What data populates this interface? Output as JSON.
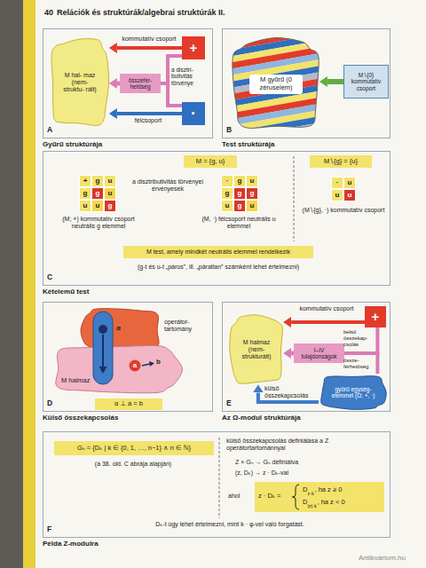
{
  "diagram": {
    "title": "Relációk és struktúrák/algebrai struktúrák II.",
    "nodes": [
      {
        "text": [
          "A",
          "Gyűrű struktúrája"
        ]
      },
      {
        "text": [
          "M hal- maz (nem- struktu- rált)"
        ],
        "in": 0
      },
      {
        "text": [
          "+"
        ],
        "in": 0
      },
      {
        "text": [
          "összefér- hetőség"
        ],
        "in": 0
      },
      {
        "text": [
          "·"
        ],
        "in": 0
      },
      {
        "text": [
          "B",
          "Test struktúrája"
        ]
      },
      {
        "text": [
          "M gyűrű (0 zéruselem)"
        ],
        "in": 5
      },
      {
        "text": [
          "M∖{0} kommutatív csoport"
        ],
        "in": 5
      },
      {
        "text": [
          "C",
          "Kételemű test"
        ]
      },
      {
        "text": [
          "M = {g, u}"
        ],
        "in": 8
      },
      {
        "text": [
          "M∖{g} = {u}"
        ],
        "in": 8
      },
      {
        "text": [
          "M test, amely mindkét neutrális elemmel rendelkezik"
        ],
        "in": 8
      },
      {
        "text": [
          "D",
          "Külső összekapcsolás"
        ]
      },
      {
        "text": [
          "operátor- tartomány"
        ],
        "in": 12
      },
      {
        "text": [
          "M halmaz"
        ],
        "in": 12
      },
      {
        "text": [
          "a"
        ],
        "in": 14
      },
      {
        "text": [
          "α ⊥ a = b"
        ],
        "in": 12
      },
      {
        "text": [
          "E",
          "Az Ω-modul struktúrája"
        ]
      },
      {
        "text": [
          "M halmaz (nem- strukturált)"
        ],
        "in": 17
      },
      {
        "text": [
          "+"
        ],
        "in": 17
      },
      {
        "text": [
          "I–IV tulajdonságok"
        ],
        "in": 17
      },
      {
        "text": [
          "gyűrű egység- elemmel (Ω; +, ·)"
        ],
        "in": 17
      },
      {
        "text": [
          "F",
          "Példa Z-modulra"
        ]
      },
      {
        "text": [
          "Gₙ = {Dₖ | k ∈ {0, 1, …, n−1} ∧ n ∈ ℕ}"
        ],
        "in": 22
      },
      {
        "text": [
          "z · Dₖ =",
          "D",
          "z·k",
          ", ha z ≥ 0",
          "D",
          "|z|·k",
          ", ha z < 0"
        ],
        "in": 22
      }
    ],
    "edges": [
      {
        "from": 2,
        "to": 1,
        "arrow": "to",
        "label": "kommutatív csoport"
      },
      {
        "from": 2,
        "to": 3,
        "arrow": "none"
      },
      {
        "from": 4,
        "to": 3,
        "arrow": "none"
      },
      {
        "from": 3,
        "to": 1,
        "arrow": "to"
      },
      {
        "from": 4,
        "to": 1,
        "arrow": "to",
        "label": "félcsoport"
      },
      {
        "from": 7,
        "to": 6,
        "arrow": "to"
      },
      {
        "from": 19,
        "to": 18,
        "arrow": "to",
        "label": "kommutatív csoport"
      },
      {
        "from": 19,
        "to": 20,
        "arrow": "none"
      },
      {
        "from": 21,
        "to": 20,
        "arrow": "none"
      },
      {
        "from": 20,
        "to": 18,
        "arrow": "to"
      },
      {
        "from": 21,
        "to": 18,
        "arrow": "to",
        "label": "külső összekapcsolás"
      }
    ],
    "labels": [
      "40",
      "a disztri- butivitás törvénye",
      "+",
      "g",
      "u",
      "g",
      "g",
      "u",
      "u",
      "u",
      "g",
      "a disztributivitás törvényei érvényesek",
      "·",
      "g",
      "u",
      "g",
      "g",
      "g",
      "u",
      "g",
      "u",
      "·",
      "u",
      "u",
      "u",
      "(M; +) kommutatív csoport neutrális g elemmel",
      "(M, ·) félcsoport neutrális u elemmel",
      "(M∖{g}, ·) kommutatív csoport",
      "(g-t és u-t „páros”, ill. „páratlan” számként lehet értelmezni)",
      "α",
      "b",
      "belső összekap- csolás",
      "össze- férhetőség",
      "(a 38. old. C ábrája alapján)",
      "külső összekapcsolás definiálása a Z operátortartománnyal",
      "Z × Gₙ → Gₙ definiálva",
      "(z, Dₖ) → z · Dₖ-val",
      "ahol",
      "Dₖ-t úgy lehet értelmezni, mint k · φ-vel való forgatást.",
      "Antikvárium.hu"
    ]
  }
}
